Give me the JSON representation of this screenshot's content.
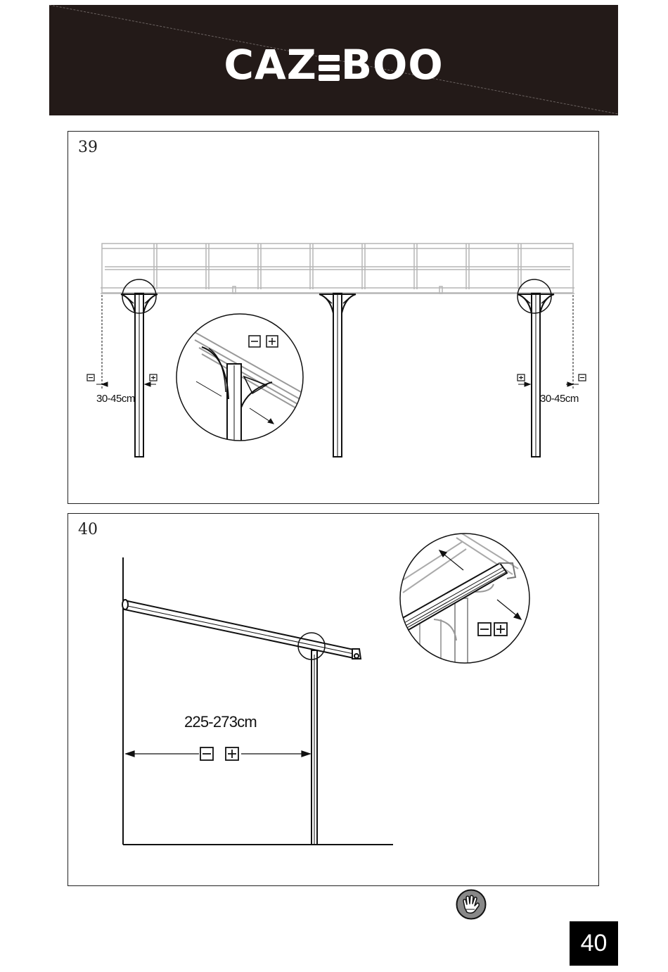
{
  "header": {
    "brand_left": "CAZ",
    "brand_right": "BOO"
  },
  "steps": [
    {
      "number": "39",
      "measure_left": "30-45cm",
      "measure_right": "30-45cm"
    },
    {
      "number": "40",
      "measure": "225-273cm"
    }
  ],
  "page_number": "40",
  "icons": [
    "minus-box-icon",
    "plus-box-icon",
    "glove-icon",
    "arrow-icon"
  ]
}
